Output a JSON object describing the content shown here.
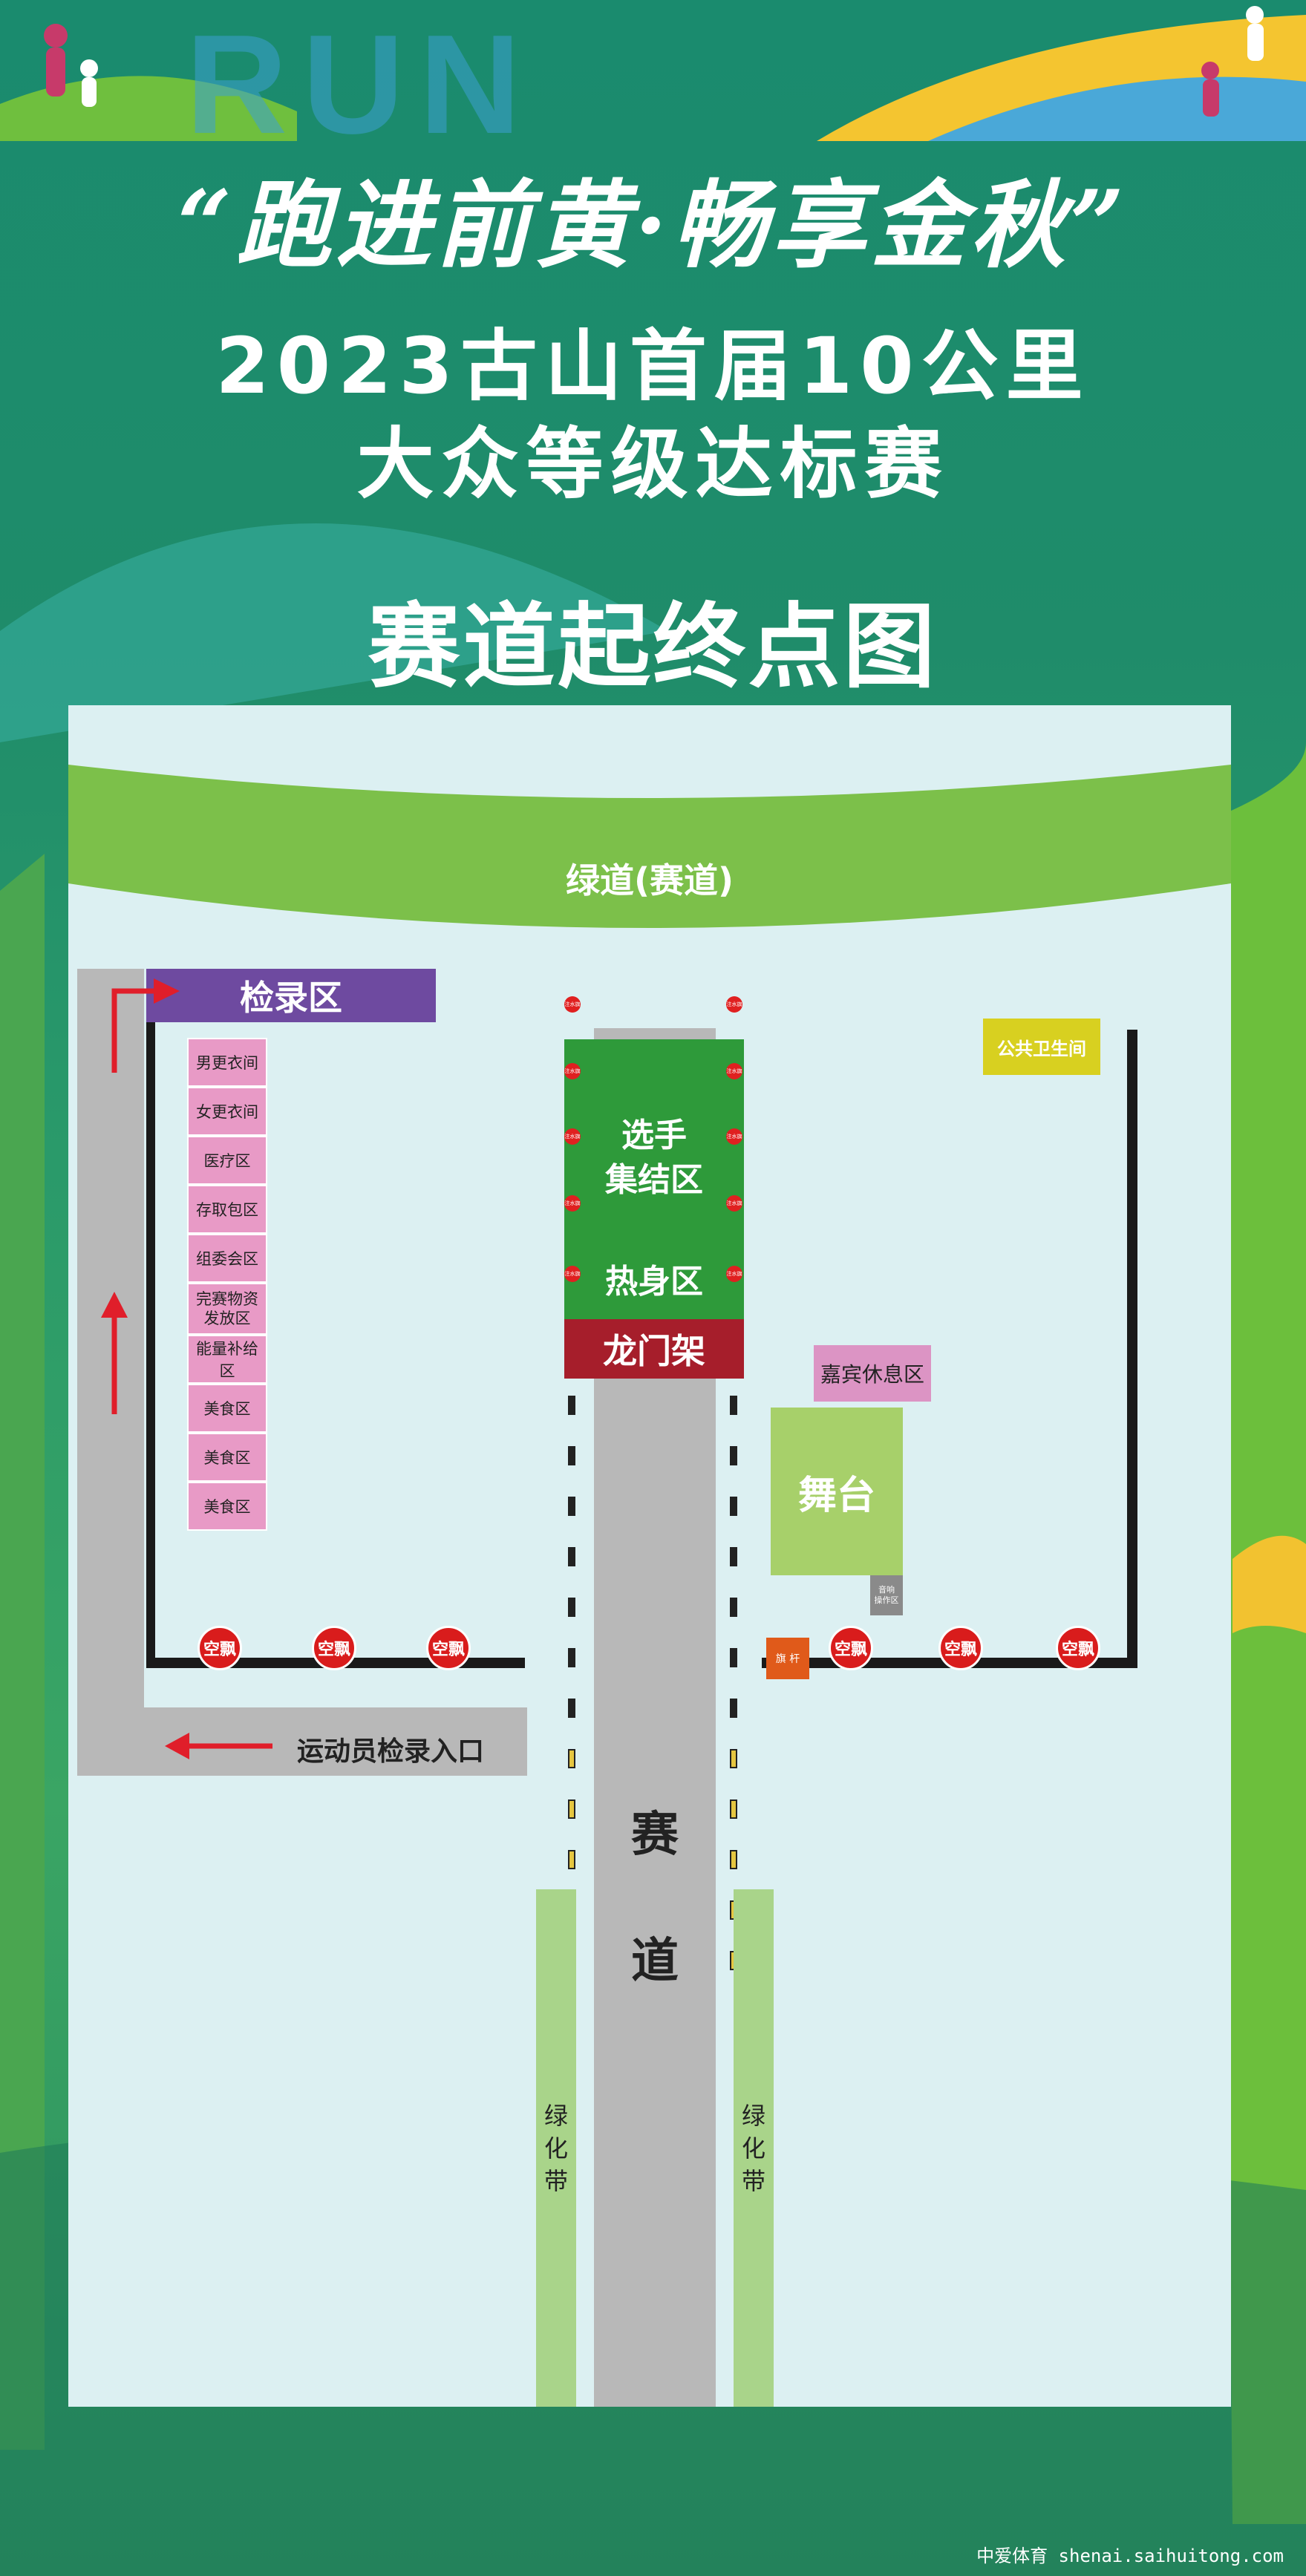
{
  "header": {
    "run_text": "RUN",
    "slogan": "“跑进前黄·畅享金秋”",
    "title_line1": "2023古山首届10公里",
    "title_line2": "大众等级达标赛",
    "map_title": "赛道起终点图"
  },
  "map": {
    "greenway_label": "绿道(赛道)",
    "checkin_area": "检录区",
    "checkin_entrance": "运动员检录入口",
    "zones": [
      "男更衣间",
      "女更衣间",
      "医疗区",
      "存取包区",
      "组委会区",
      "完赛物资\n发放区",
      "能量补给区",
      "美食区",
      "美食区",
      "美食区"
    ],
    "assembly_area": "选手\n集结区",
    "warmup_area": "热身区",
    "arch": "龙门架",
    "track_label_1": "赛",
    "track_label_2": "道",
    "green_belt_left": "绿\n化\n带",
    "green_belt_right": "绿\n化\n带",
    "toilet": "公共卫生间",
    "vip_lounge": "嘉宾休息区",
    "stage": "舞台",
    "sound_control": "音响\n操作区",
    "flagpole": "旗 杆",
    "balloon_label": "空飘",
    "pillar_label": "注水旗"
  },
  "footer": {
    "watermark": "中爱体育 shenai.saihuitong.com"
  },
  "colors": {
    "background": "#1e8a6c",
    "map_bg": "#dcf0f2",
    "greenway": "#7cc04a",
    "track": "#b8b8b8",
    "assembly": "#2e9a3a",
    "arch": "#a61e2b",
    "checkin_bar": "#6e4aa0",
    "zone": "#e89ac6",
    "stage": "#a7d06a",
    "toilet": "#d8d020",
    "arrow": "#e01e2a"
  }
}
